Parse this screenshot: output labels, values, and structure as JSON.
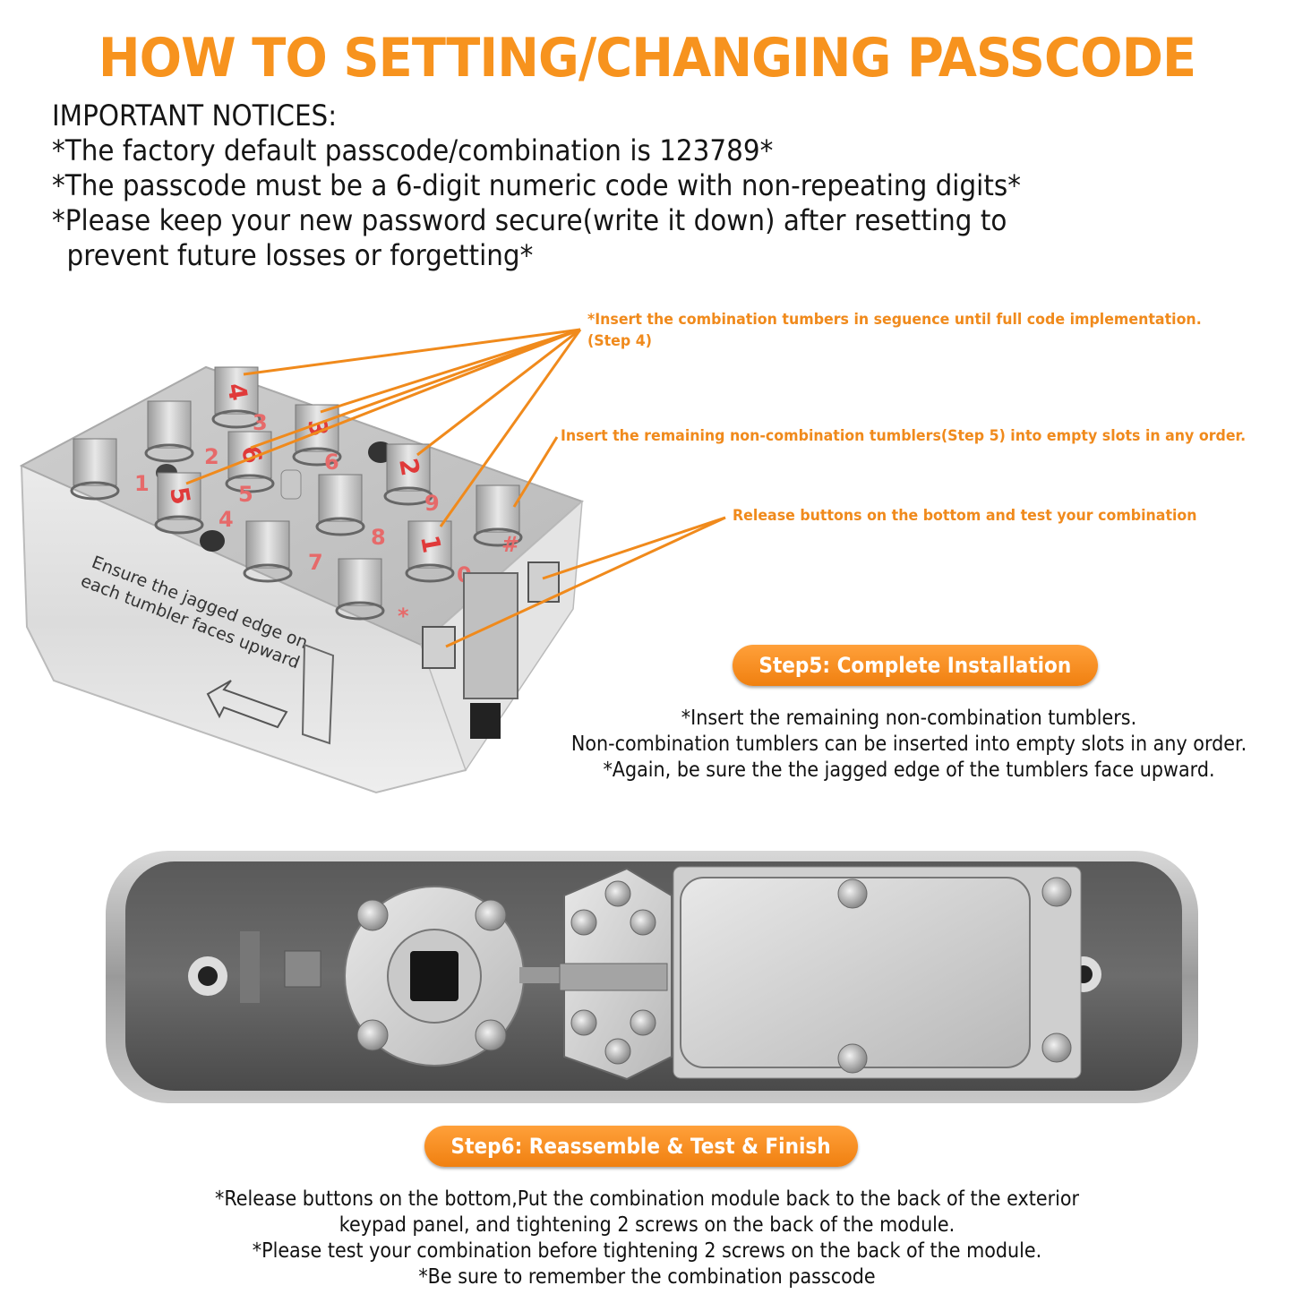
{
  "title": "HOW TO SETTING/CHANGING PASSCODE",
  "notices": {
    "heading": "IMPORTANT NOTICES:",
    "line1": "*The factory default passcode/combination is 123789*",
    "line2": "*The passcode must be a 6-digit numeric code with non-repeating digits*",
    "line3a": "*Please keep your new password secure(write it down) after resetting to",
    "line3b": "prevent future losses or forgetting*"
  },
  "callouts": {
    "step4_a": "*Insert the combination tumbers in seguence until full code implementation.",
    "step4_b": "(Step 4)",
    "step5": "Insert the remaining non-combination tumblers(Step 5) into empty slots in any order.",
    "release": "Release buttons on the bottom and test your combination"
  },
  "module": {
    "engraved_1": "Ensure the jagged edge on",
    "engraved_2": "each tumbler faces upward",
    "tumbler_numbers": [
      "4",
      "3",
      "6",
      "5",
      "2",
      "1"
    ],
    "slot_labels": [
      "1",
      "2",
      "3",
      "4",
      "5",
      "6",
      "7",
      "8",
      "9",
      "0",
      "*",
      "#"
    ]
  },
  "step5": {
    "label": "Step5: Complete Installation",
    "line1": "*Insert the remaining non-combination tumblers.",
    "line2": "Non-combination tumblers can be inserted into empty slots in any order.",
    "line3": "*Again, be sure the the jagged edge of the tumblers face upward."
  },
  "step6": {
    "label": "Step6: Reassemble & Test & Finish",
    "line1": "*Release buttons on the bottom,Put the combination module back to the back of the exterior",
    "line2": "keypad panel, and tightening 2 screws on the back of the module.",
    "line3": "*Please test your combination before tightening 2 screws on the back of the module.",
    "line4": "*Be sure to remember the combination passcode"
  },
  "colors": {
    "accent": "#f7931e",
    "callout_text": "#f08a1c",
    "tumbler_number_red": "#e03a3a"
  }
}
